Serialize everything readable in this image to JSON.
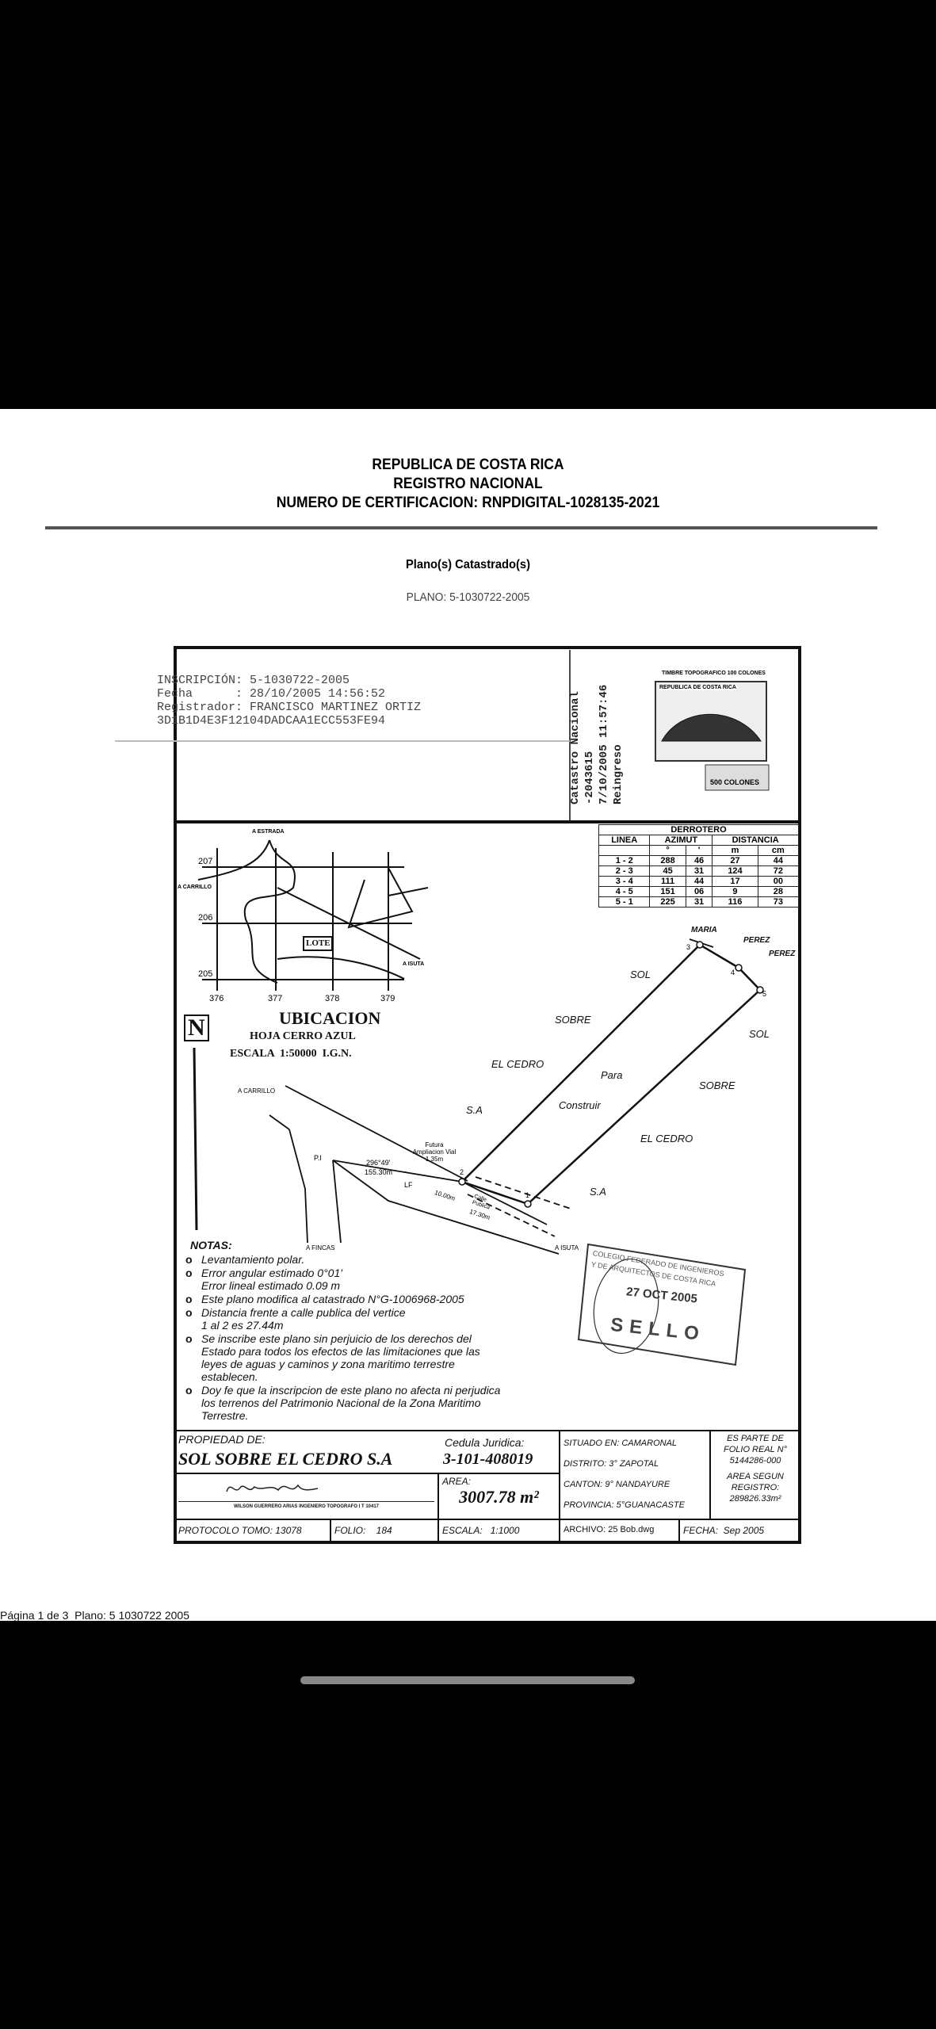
{
  "header": {
    "line1": "REPUBLICA DE COSTA RICA",
    "line2": "REGISTRO NACIONAL",
    "line3": "NUMERO DE CERTIFICACION: RNPDIGITAL-1028135-2021",
    "section": "Plano(s) Catastrado(s)",
    "plano": "PLANO: 5-1030722-2005"
  },
  "inscripcion": {
    "line1": "INSCRIPCIÓN: 5-1030722-2005",
    "line2": "Fecha      : 28/10/2005 14:56:52",
    "line3": "Registrador: FRANCISCO MARTINEZ ORTIZ",
    "line4": "3D1B1D4E3F12104DADCAA1ECC553FE94"
  },
  "catastro_stamp": {
    "line1": "Catastro Nacional",
    "line2": "-2043615",
    "line3": "7/10/2005 11:57:46",
    "line4": "Reingreso"
  },
  "timbre": {
    "top": "TIMBRE TOPOGRAFICO 100 COLONES",
    "country": "REPUBLICA DE COSTA RICA",
    "bottom": "500 COLONES"
  },
  "derrotero": {
    "title": "DERROTERO",
    "headers": [
      "LINEA",
      "AZIMUT",
      "DISTANCIA"
    ],
    "subheaders": [
      "°",
      "'",
      "m",
      "cm"
    ],
    "rows": [
      [
        "1 - 2",
        "288",
        "46",
        "27",
        "44"
      ],
      [
        "2 - 3",
        "45",
        "31",
        "124",
        "72"
      ],
      [
        "3 - 4",
        "111",
        "44",
        "17",
        "00"
      ],
      [
        "4 - 5",
        "151",
        "06",
        "9",
        "28"
      ],
      [
        "5 - 1",
        "225",
        "31",
        "116",
        "73"
      ]
    ]
  },
  "ubicacion": {
    "title": "UBICACION",
    "hoja": "HOJA CERRO AZUL",
    "escala": "ESCALA  1:50000  I.G.N.",
    "north": "N",
    "lote": "LOTE",
    "a_estrada": "A ESTRADA",
    "a_carrillo": "A CARRILLO",
    "a_isuta": "A ISUTA",
    "grid_y": [
      "207",
      "206",
      "205"
    ],
    "grid_x": [
      "376",
      "377",
      "378",
      "379"
    ]
  },
  "plot": {
    "sol1": "SOL",
    "sobre1": "SOBRE",
    "cedro1": "EL CEDRO",
    "sa1": "S.A",
    "para": "Para",
    "construir": "Construir",
    "sol2": "SOL",
    "sobre2": "SOBRE",
    "cedro2": "EL CEDRO",
    "sa2": "S.A",
    "maria": "MARIA",
    "perez1": "PEREZ",
    "perez2": "PEREZ",
    "a_carrillo": "A CARRILLO",
    "a_fincas": "A FINCAS",
    "a_isuta": "A ISUTA",
    "pi": "P.I",
    "azimut": "296°49'",
    "dist": "155.30m",
    "lf": "LF",
    "futura": "Futura Ampliacion Vial 1.35m",
    "d10": "10.00m",
    "calle": "Calle Publica",
    "d17": "17.30m",
    "v1": "1",
    "v2": "2",
    "v3": "3",
    "v4": "4",
    "v5": "5"
  },
  "sello": {
    "line1": "COLEGIO FEDERADO DE INGENIEROS",
    "line2": "Y DE ARQUITECTOS DE COSTA RICA",
    "date": "27 OCT 2005",
    "word": "SELLO"
  },
  "notes": {
    "title": "NOTAS:",
    "items": [
      "Levantamiento polar.",
      "Error angular estimado 0°01'\nError lineal    estimado 0.09 m",
      "Este plano modifica al catastrado N°G-1006968-2005",
      "Distancia frente a calle publica del vertice\n1 al 2 es 27.44m",
      "Se inscribe este plano sin perjuicio de los derechos del Estado para todos los efectos de las limitaciones que las leyes de aguas y caminos y zona maritimo terrestre establecen.",
      "Doy fe que la inscripcion de este plano no afecta ni perjudica los terrenos del Patrimonio Nacional de la Zona Maritimo Terrestre."
    ]
  },
  "titleblock": {
    "propiedad_label": "PROPIEDAD DE:",
    "propiedad": "SOL SOBRE EL CEDRO S.A",
    "cedula_label": "Cedula Juridica:",
    "cedula": "3-101-408019",
    "signer": "WILSON GUERRERO ARIAS INGENIERO TOPOGRAFO I T 10417",
    "area_label": "AREA:",
    "area": "3007.78 m²",
    "situado": "SITUADO EN: CAMARONAL",
    "distrito": "DISTRITO:  3° ZAPOTAL",
    "canton": "CANTON:  9° NANDAYURE",
    "provincia": "PROVINCIA: 5°GUANACASTE",
    "folio_label": "ES PARTE DE FOLIO REAL N°",
    "folio_real": "5144286-000",
    "area_reg_label": "AREA SEGUN REGISTRO:",
    "area_reg": "289826.33m²",
    "protocolo": "PROTOCOLO TOMO: 13078",
    "folio": "FOLIO:    184",
    "escala": "ESCALA:   1:1000",
    "archivo": "ARCHIVO: 25 Bob.dwg",
    "fecha": "FECHA:  Sep 2005"
  },
  "footer": "Página 1 de 3  Plano: 5 1030722 2005"
}
